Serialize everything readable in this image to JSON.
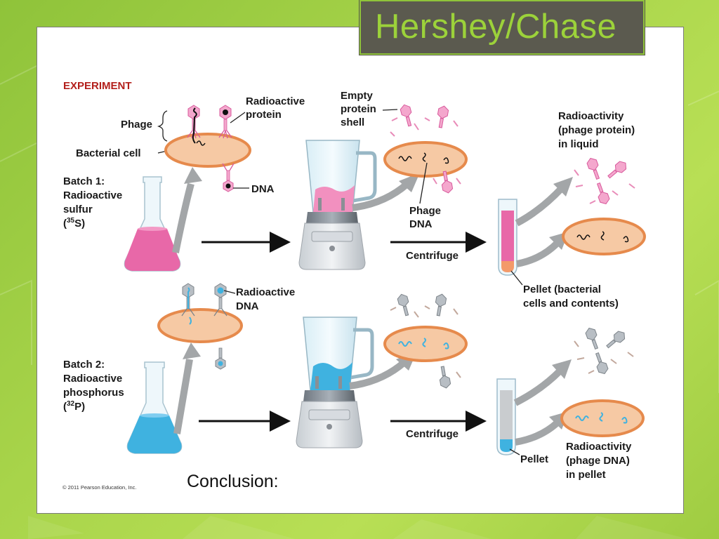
{
  "slide": {
    "title": "Hershey/Chase",
    "conclusion": "Conclusion:"
  },
  "diagram": {
    "heading": "EXPERIMENT",
    "labels": {
      "phage": "Phage",
      "radioactive_protein": [
        "Radioactive",
        "protein"
      ],
      "bacterial_cell": "Bacterial cell",
      "dna": "DNA",
      "batch1": [
        "Batch 1:",
        "Radioactive",
        "sulfur"
      ],
      "batch1_isotope": {
        "mass": "35",
        "symbol": "S"
      },
      "empty_shell": [
        "Empty",
        "protein",
        "shell"
      ],
      "phage_dna": [
        "Phage",
        "DNA"
      ],
      "centrifuge_1": "Centrifuge",
      "radioactivity_liquid": [
        "Radioactivity",
        "(phage protein)",
        "in liquid"
      ],
      "pellet_contents": [
        "Pellet (bacterial",
        "cells and contents)"
      ],
      "radioactive_dna": [
        "Radioactive",
        "DNA"
      ],
      "batch2": [
        "Batch 2:",
        "Radioactive",
        "phosphorus"
      ],
      "batch2_isotope": {
        "mass": "32",
        "symbol": "P"
      },
      "centrifuge_2": "Centrifuge",
      "pellet": "Pellet",
      "radioactivity_pellet": [
        "Radioactivity",
        "(phage DNA)",
        "in pellet"
      ]
    },
    "copyright": "© 2011 Pearson Education, Inc.",
    "colors": {
      "sulfur_pink": "#e868a8",
      "phosphorus_blue": "#3fb2e0",
      "cell_fill": "#f6c9a4",
      "cell_border": "#e68a4c",
      "heading_red": "#b3201c"
    }
  }
}
